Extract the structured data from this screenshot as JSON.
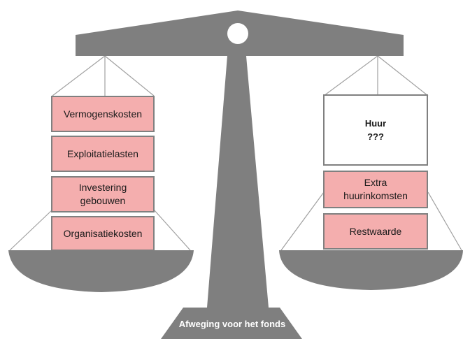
{
  "diagram": {
    "colors": {
      "scale": "#7f7f7f",
      "pivot": "#ffffff",
      "box_fill": "#f4aeae",
      "box_border": "#808080",
      "strings": "#a0a0a0"
    },
    "left_pan": {
      "items": [
        "Vermogenskosten",
        "Exploitatielasten",
        "Investering\ngebouwen",
        "Organisatiekosten"
      ]
    },
    "right_pan": {
      "unknown_box": {
        "title": "Huur",
        "value": "???"
      },
      "items": [
        "Extra\nhuurinkomsten",
        "Restwaarde"
      ]
    },
    "base_label": "Afweging voor het fonds"
  }
}
